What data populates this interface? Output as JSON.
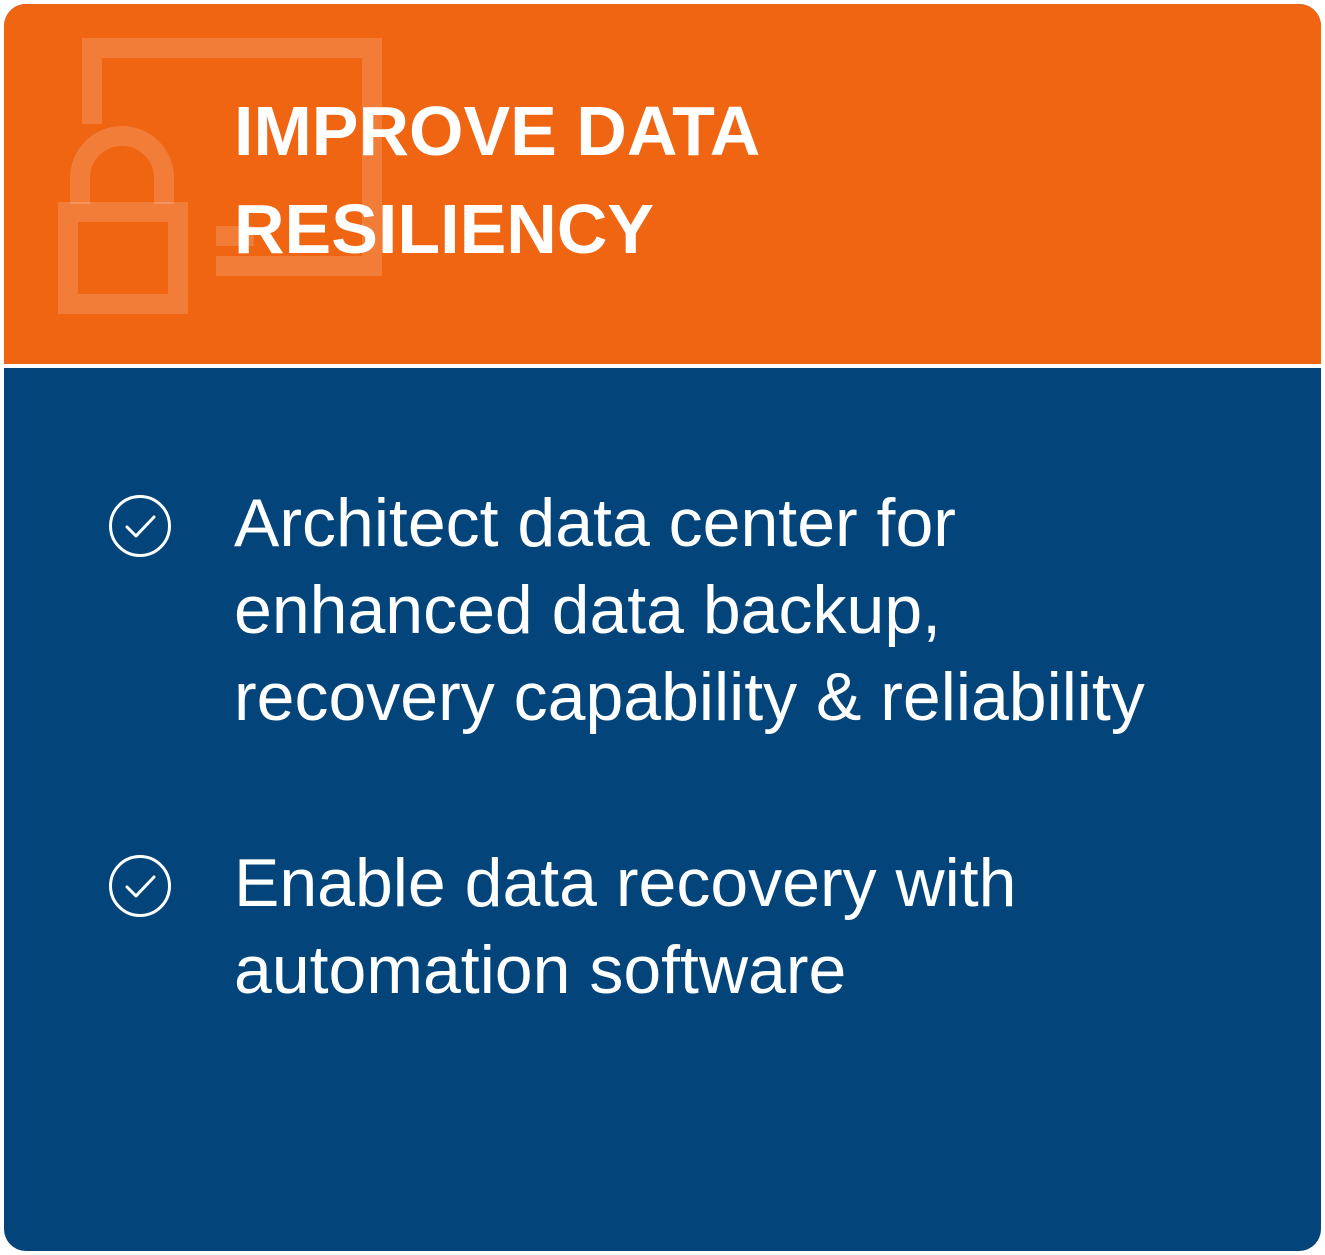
{
  "card": {
    "colors": {
      "header_bg": "#ef6512",
      "body_bg": "#03457b",
      "text": "#ffffff"
    },
    "header": {
      "title_lines": [
        "IMPROVE DATA",
        "RESILIENCY"
      ],
      "watermark_icon": "lock-icon"
    },
    "items": [
      {
        "icon": "check-circle-icon",
        "lines": [
          "Architect data center for",
          "enhanced data backup,",
          "recovery capability & reliability"
        ]
      },
      {
        "icon": "check-circle-icon",
        "lines": [
          "Enable data recovery with",
          "automation software"
        ]
      }
    ]
  }
}
